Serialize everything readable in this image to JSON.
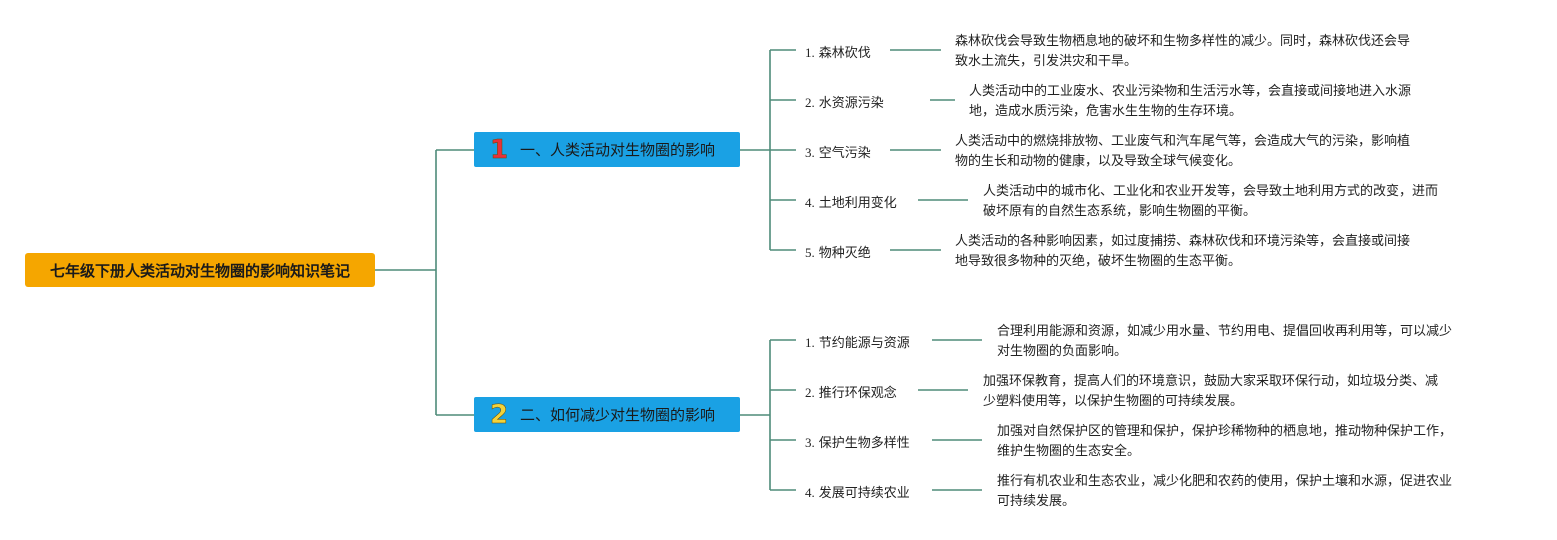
{
  "root": {
    "title": "七年级下册人类活动对生物圈的影响知识笔记"
  },
  "colors": {
    "root": "#f5a600",
    "branch": "#1aa1e4",
    "line": "#4e8b79",
    "badge1": "#e8303a",
    "badge2": "#f3d33a"
  },
  "branches": [
    {
      "badge": "1",
      "title": "一、人类活动对生物圈的影响",
      "items": [
        {
          "index": "1.",
          "label": "森林砍伐",
          "desc_lines": [
            "森林砍伐会导致生物栖息地的破坏和生物多样性的减少。同时，森林砍伐还会导",
            "致水土流失，引发洪灾和干旱。"
          ]
        },
        {
          "index": "2.",
          "label": "水资源污染",
          "desc_lines": [
            "人类活动中的工业废水、农业污染物和生活污水等，会直接或间接地进入水源",
            "地，造成水质污染，危害水生生物的生存环境。"
          ]
        },
        {
          "index": "3.",
          "label": "空气污染",
          "desc_lines": [
            "人类活动中的燃烧排放物、工业废气和汽车尾气等，会造成大气的污染，影响植",
            "物的生长和动物的健康，以及导致全球气候变化。"
          ]
        },
        {
          "index": "4.",
          "label": "土地利用变化",
          "desc_lines": [
            "人类活动中的城市化、工业化和农业开发等，会导致土地利用方式的改变，进而",
            "破坏原有的自然生态系统，影响生物圈的平衡。"
          ]
        },
        {
          "index": "5.",
          "label": "物种灭绝",
          "desc_lines": [
            "人类活动的各种影响因素，如过度捕捞、森林砍伐和环境污染等，会直接或间接",
            "地导致很多物种的灭绝，破坏生物圈的生态平衡。"
          ]
        }
      ]
    },
    {
      "badge": "2",
      "title": "二、如何减少对生物圈的影响",
      "items": [
        {
          "index": "1.",
          "label": "节约能源与资源",
          "desc_lines": [
            "合理利用能源和资源，如减少用水量、节约用电、提倡回收再利用等，可以减少",
            "对生物圈的负面影响。"
          ]
        },
        {
          "index": "2.",
          "label": "推行环保观念",
          "desc_lines": [
            "加强环保教育，提高人们的环境意识，鼓励大家采取环保行动，如垃圾分类、减",
            "少塑料使用等，以保护生物圈的可持续发展。"
          ]
        },
        {
          "index": "3.",
          "label": "保护生物多样性",
          "desc_lines": [
            "加强对自然保护区的管理和保护，保护珍稀物种的栖息地，推动物种保护工作，",
            "维护生物圈的生态安全。"
          ]
        },
        {
          "index": "4.",
          "label": "发展可持续农业",
          "desc_lines": [
            "推行有机农业和生态农业，减少化肥和农药的使用，保护土壤和水源，促进农业",
            "可持续发展。"
          ]
        }
      ]
    }
  ]
}
